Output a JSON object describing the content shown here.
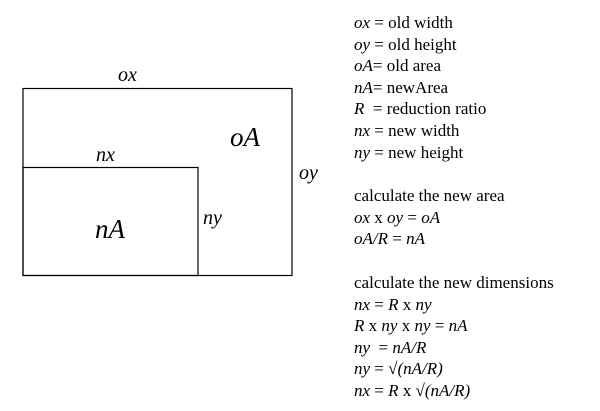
{
  "diagram": {
    "labels": {
      "outer_width": "ox",
      "outer_height": "oy",
      "outer_area": "oA",
      "inner_width": "nx",
      "inner_height": "ny",
      "inner_area": "nA"
    }
  },
  "legend": [
    {
      "var": "ox",
      "text": " = old width"
    },
    {
      "var": "oy",
      "text": " = old height"
    },
    {
      "var": "oA",
      "text": "= old area"
    },
    {
      "var": "nA",
      "text": "= newArea"
    },
    {
      "var": "R",
      "text": "  = reduction ratio"
    },
    {
      "var": "nx",
      "text": " = new width"
    },
    {
      "var": "ny",
      "text": " = new height"
    }
  ],
  "area_section": {
    "heading": "calculate the new area",
    "eq1": {
      "a": "ox",
      "op": " x ",
      "b": "oy",
      "eq": " = ",
      "c": "oA"
    },
    "eq2": {
      "a": "oA/R",
      "eq": " = ",
      "b": "nA"
    }
  },
  "dims_section": {
    "heading": "calculate the new dimensions",
    "eq1": {
      "a": "nx",
      "eq": " = ",
      "b": "R",
      "op": " x ",
      "c": "ny"
    },
    "eq2": {
      "a": "R",
      "op1": " x ",
      "b": "ny",
      "op2": " x ",
      "c": "ny",
      "eq": " = ",
      "d": "nA"
    },
    "eq3": {
      "a": "ny",
      "eq": "  = ",
      "b": "nA/R"
    },
    "eq4": {
      "a": "ny",
      "eq": " = ",
      "root": "√",
      "b": "(nA/R)"
    },
    "eq5": {
      "a": "nx",
      "eq": " = ",
      "b": "R",
      "op": " x ",
      "root": "√",
      "c": "(nA/R)"
    }
  }
}
